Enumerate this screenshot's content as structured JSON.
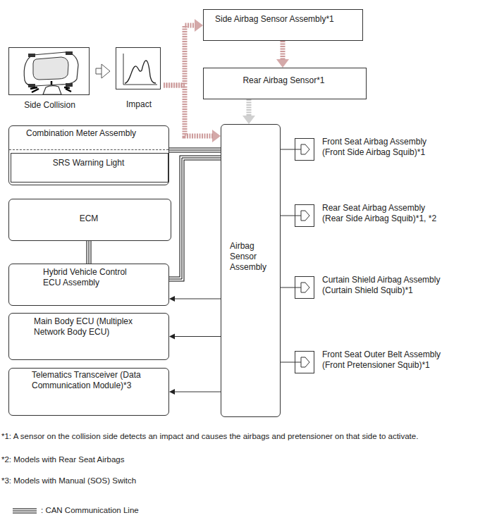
{
  "diagram": {
    "nodes": [
      {
        "text": [
          "Side Collision"
        ]
      },
      {
        "text": [
          "Impact"
        ]
      },
      {
        "text": [
          "Side Airbag Sensor Assembly*1"
        ]
      },
      {
        "text": [
          "Rear Airbag Sensor*1"
        ]
      },
      {
        "text": [
          "Combination Meter Assembly"
        ]
      },
      {
        "text": [
          "SRS Warning Light"
        ],
        "in": 4
      },
      {
        "text": [
          "ECM"
        ]
      },
      {
        "text": [
          "Hybrid Vehicle Control ECU Assembly"
        ]
      },
      {
        "text": [
          "Main Body ECU (Multiplex Network Body ECU)"
        ]
      },
      {
        "text": [
          "Telematics Transceiver (Data Communication Module)*3"
        ]
      },
      {
        "text": [
          "Airbag Sensor Assembly"
        ]
      },
      {
        "text": [
          "Front Seat Airbag Assembly (Front Side Airbag Squib)*1"
        ]
      },
      {
        "text": [
          "Rear Seat Airbag Assembly (Rear Side Airbag Squib)*1, *2"
        ]
      },
      {
        "text": [
          "Curtain Shield Airbag Assembly (Curtain Shield Squib)*1"
        ]
      },
      {
        "text": [
          "Front Seat Outer Belt Assembly (Front Pretensioner Squib)*1"
        ]
      }
    ],
    "edges": [
      {
        "from": 0,
        "to": 1,
        "arrow": "to"
      },
      {
        "from": 1,
        "to": 2,
        "arrow": "to"
      },
      {
        "from": 1,
        "to": 10,
        "arrow": "to"
      },
      {
        "from": 2,
        "to": 3,
        "arrow": "to"
      },
      {
        "from": 3,
        "to": 10,
        "arrow": "to"
      },
      {
        "from": 4,
        "to": 10,
        "arrow": "none"
      },
      {
        "from": 6,
        "to": 7,
        "arrow": "none"
      },
      {
        "from": 7,
        "to": 10,
        "arrow": "none"
      },
      {
        "from": 10,
        "to": 7,
        "arrow": "to"
      },
      {
        "from": 10,
        "to": 8,
        "arrow": "to"
      },
      {
        "from": 10,
        "to": 9,
        "arrow": "to"
      },
      {
        "from": 10,
        "to": 11,
        "arrow": "none"
      },
      {
        "from": 10,
        "to": 12,
        "arrow": "none"
      },
      {
        "from": 10,
        "to": 13,
        "arrow": "none"
      },
      {
        "from": 10,
        "to": 14,
        "arrow": "none"
      }
    ],
    "labels": [
      "*1: A sensor on the collision side detects an impact and causes the airbags and pretensioner on that side to activate.",
      "*2: Models with Rear Seat Airbags",
      "*3: Models with Manual (SOS) Switch"
    ],
    "legend": [
      {
        "text": ": CAN Communication Line"
      }
    ]
  }
}
